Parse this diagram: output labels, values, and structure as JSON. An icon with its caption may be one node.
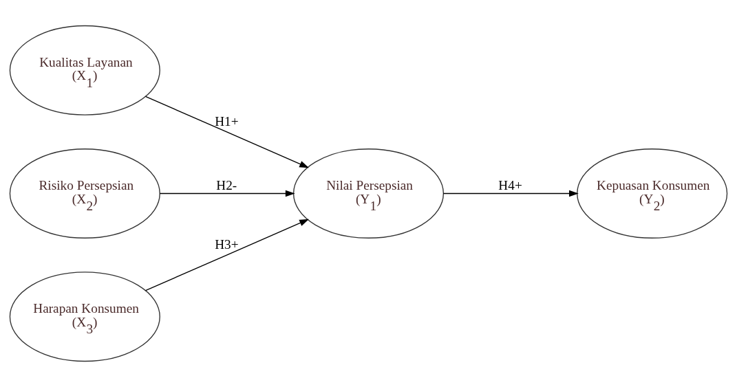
{
  "diagram": {
    "nodes": [
      {
        "text": [
          "Kualitas Layanan",
          "(X$_{1}$)"
        ]
      },
      {
        "text": [
          "Risiko Persepsian",
          "(X$_{2}$)"
        ]
      },
      {
        "text": [
          "Harapan Konsumen",
          "(X$_{3}$)"
        ]
      },
      {
        "text": [
          "Nilai Persepsian",
          "(Y$_{1}$)"
        ]
      },
      {
        "text": [
          "Kepuasan Konsumen",
          "(Y$_{2}$)"
        ]
      }
    ],
    "edges": [
      {
        "from": 0,
        "to": 3,
        "arrow": "to",
        "label": "H1+"
      },
      {
        "from": 1,
        "to": 3,
        "arrow": "to",
        "label": "H2-"
      },
      {
        "from": 2,
        "to": 3,
        "arrow": "to",
        "label": "H3+"
      },
      {
        "from": 3,
        "to": 4,
        "arrow": "to",
        "label": "H4+"
      }
    ]
  }
}
